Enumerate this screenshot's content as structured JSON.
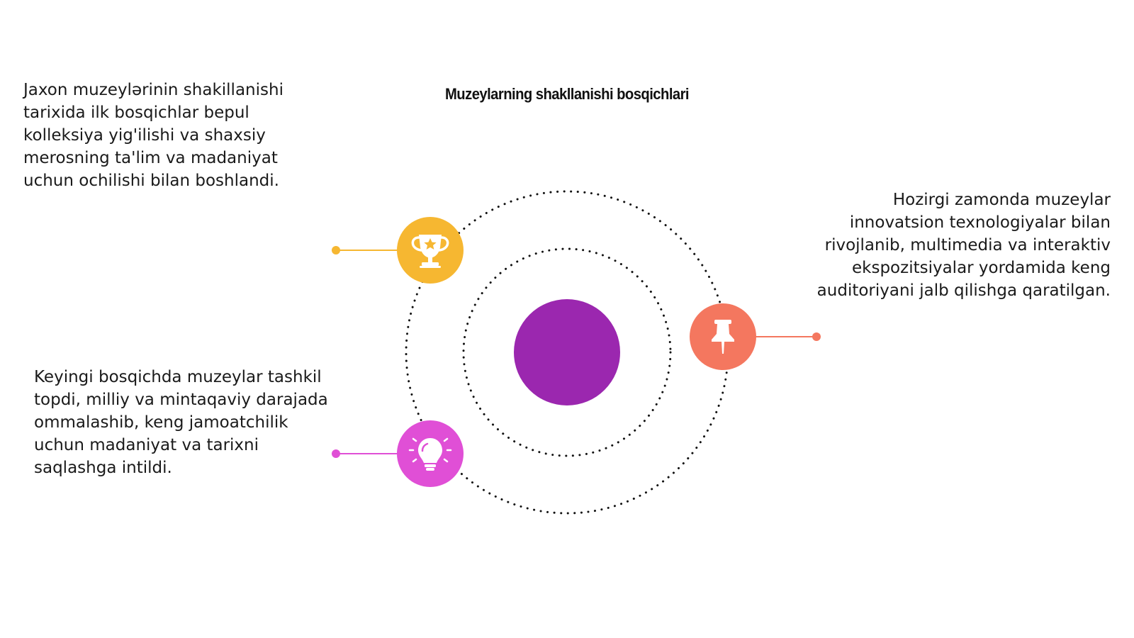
{
  "diagram": {
    "title": "Muzeylarning shakllanishi bosqichlari",
    "center_color": "#9b27af",
    "stages": [
      {
        "text": "Jaxon muzeylərinin shakillanishi tarixida ilk bosqichlar bepul kolleksiya yig'ilishi va shaxsiy merosning ta'lim va madaniyat uchun ochilishi bilan boshlandi.",
        "icon": "trophy-icon",
        "color": "#f6b731"
      },
      {
        "text": "Keyingi bosqichda muzeylar tashkil topdi, milliy va mintaqaviy darajada ommalashib, keng jamoatchilik uchun madaniyat va tarixni saqlashga intildi.",
        "icon": "lightbulb-icon",
        "color": "#e04fd6"
      },
      {
        "text": "Hozirgi zamonda muzeylar innovatsion texnologiyalar bilan rivojlanib, multimedia va interaktiv ekspozitsiyalar yordamida keng auditoriyani jalb qilishga qaratilgan.",
        "icon": "pushpin-icon",
        "color": "#f4775f"
      }
    ]
  }
}
